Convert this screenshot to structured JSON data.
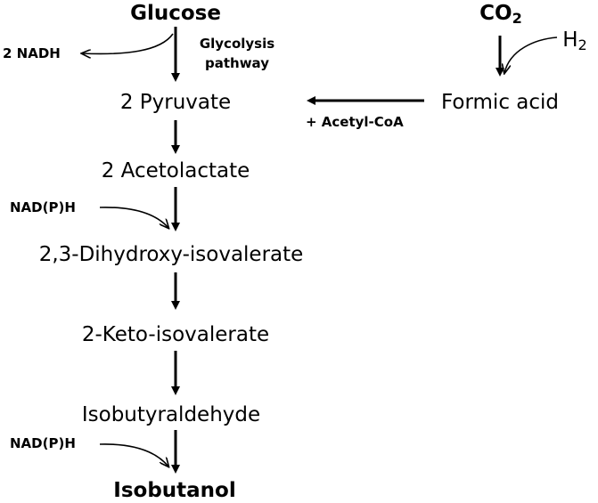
{
  "compounds": {
    "glucose": "Glucose",
    "pyruvate": "2 Pyruvate",
    "acetolactate": "2 Acetolactate",
    "dihydroxy": "2,3-Dihydroxy-isovalerate",
    "keto": "2-Keto-isovalerate",
    "isobutyraldehyde": "Isobutyraldehyde",
    "isobutanol": "Isobutanol",
    "formic_acid": "Formic acid"
  },
  "gases": {
    "co2_main": "CO",
    "co2_sub": "2",
    "h2_main": "H",
    "h2_sub": "2"
  },
  "cofactors": {
    "nadh": "2 NADH",
    "nadph_1": "NAD(P)H",
    "nadph_2": "NAD(P)H",
    "acetyl_coa": "+ Acetyl-CoA"
  },
  "labels": {
    "glycolysis_line1": "Glycolysis",
    "glycolysis_line2": "pathway"
  },
  "colors": {
    "ink": "#000000",
    "background": "#ffffff"
  }
}
